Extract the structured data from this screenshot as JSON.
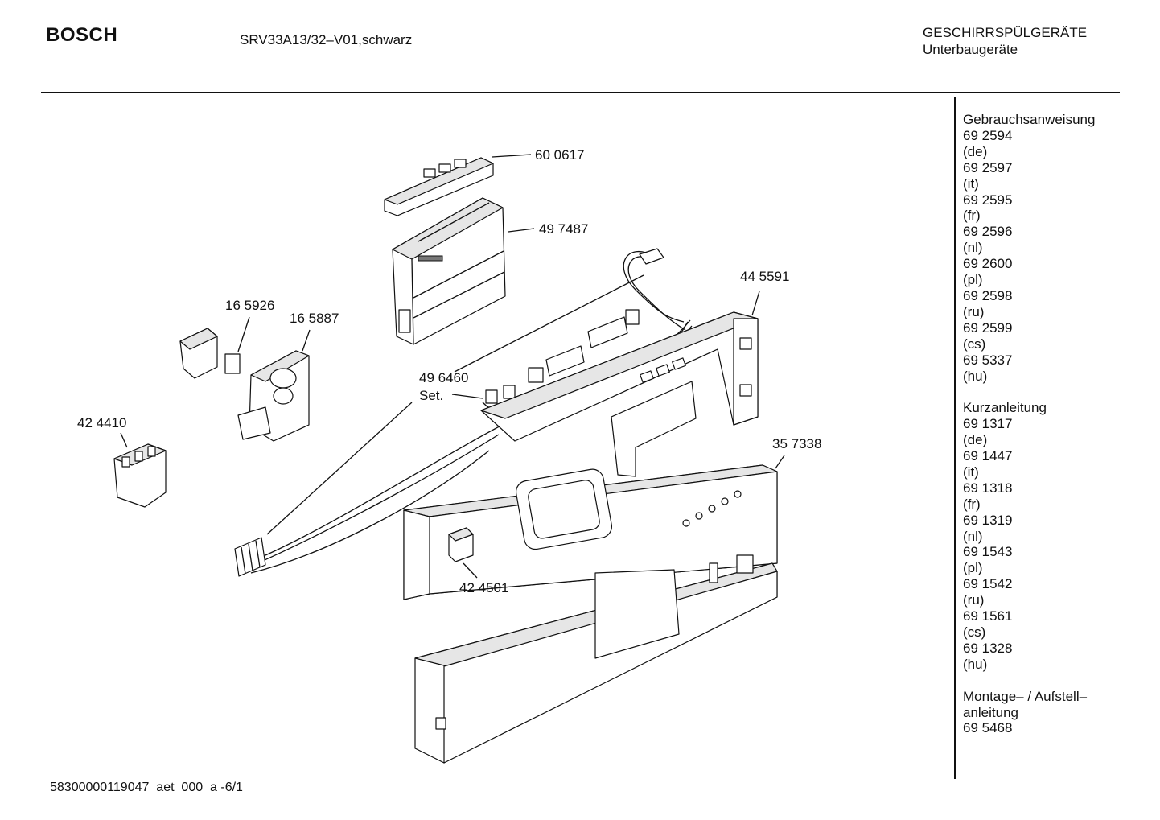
{
  "header": {
    "brand": "BOSCH",
    "model": "SRV33A13/32–V01,schwarz",
    "category_line1": "GESCHIRRSPÜLGERÄTE",
    "category_line2": "Unterbaugeräte"
  },
  "footer": {
    "drawing_id": "58300000119047_aet_000_a   -6/1"
  },
  "parts": [
    {
      "key": "p600617",
      "number": "60 0617"
    },
    {
      "key": "p497487",
      "number": "49 7487"
    },
    {
      "key": "p445591",
      "number": "44 5591"
    },
    {
      "key": "p165926",
      "number": "16 5926"
    },
    {
      "key": "p165887",
      "number": "16 5887"
    },
    {
      "key": "p496460",
      "number": "49 6460"
    },
    {
      "key": "p496460set",
      "number": "Set."
    },
    {
      "key": "p424410",
      "number": "42 4410"
    },
    {
      "key": "p357338",
      "number": "35 7338"
    },
    {
      "key": "p424501",
      "number": "42 4501"
    }
  ],
  "documents": [
    {
      "title": "Gebrauchsanweisung",
      "entries": [
        "69 2594",
        "(de)",
        "69 2597",
        "(it)",
        "69 2595",
        "(fr)",
        "69 2596",
        "(nl)",
        "69 2600",
        "(pl)",
        "69 2598",
        "(ru)",
        "69 2599",
        "(cs)",
        "69 5337",
        "(hu)"
      ]
    },
    {
      "title": "Kurzanleitung",
      "entries": [
        "69 1317",
        "(de)",
        "69 1447",
        "(it)",
        "69 1318",
        "(fr)",
        "69 1319",
        "(nl)",
        "69 1543",
        "(pl)",
        "69 1542",
        "(ru)",
        "69 1561",
        "(cs)",
        "69 1328",
        "(hu)"
      ]
    },
    {
      "title": "Montage– / Aufstell–",
      "title2": "anleitung",
      "entries": [
        "69 5468"
      ]
    }
  ]
}
